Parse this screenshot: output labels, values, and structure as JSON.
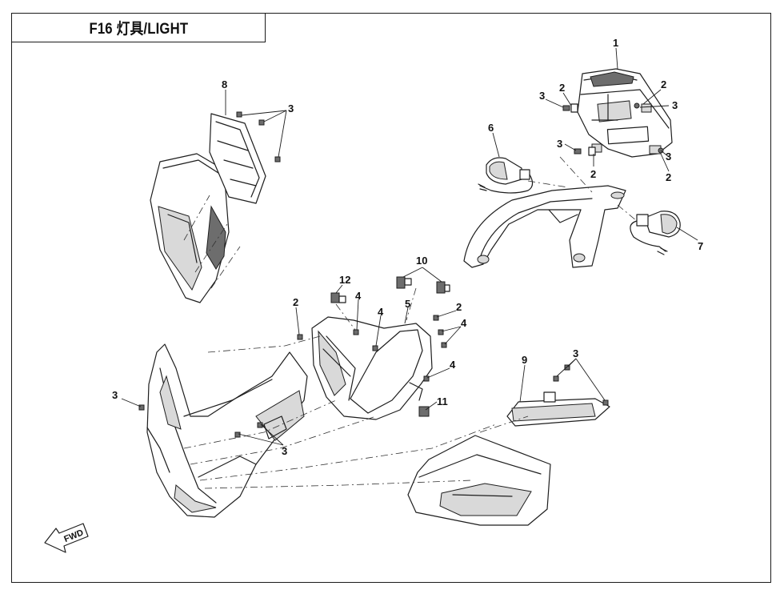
{
  "title": "F16  灯具/LIGHT",
  "fwd_label": "FWD",
  "callouts": {
    "c1": "1",
    "c2a": "2",
    "c2b": "2",
    "c2c": "2",
    "c2d": "2",
    "c2e": "2",
    "c2f": "2",
    "c3a": "3",
    "c3b": "3",
    "c3c": "3",
    "c3d": "3",
    "c3e": "3",
    "c3f": "3",
    "c3g": "3",
    "c3h": "3",
    "c4a": "4",
    "c4b": "4",
    "c4c": "4",
    "c4d": "4",
    "c5": "5",
    "c6": "6",
    "c7": "7",
    "c8": "8",
    "c9": "9",
    "c10": "10",
    "c11": "11",
    "c12": "12"
  },
  "colors": {
    "line": "#1e1e1e",
    "shade": "#d9d9d9",
    "dark": "#6d6d6d"
  }
}
